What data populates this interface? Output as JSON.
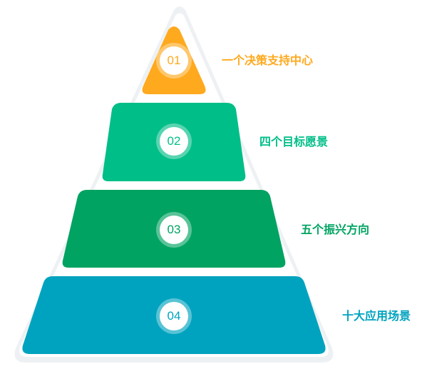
{
  "colors": {
    "level1": "#FFA91E",
    "level2": "#00BE88",
    "level3": "#00A362",
    "level4": "#00A3BF",
    "outline": "#EEF1F3"
  },
  "levels": [
    {
      "number": "01",
      "label": "一个决策支持中心",
      "color": "#FFA91E"
    },
    {
      "number": "02",
      "label": "四个目标愿景",
      "color": "#00BE88"
    },
    {
      "number": "03",
      "label": "五个振兴方向",
      "color": "#00A362"
    },
    {
      "number": "04",
      "label": "十大应用场景",
      "color": "#00A3BF"
    }
  ]
}
